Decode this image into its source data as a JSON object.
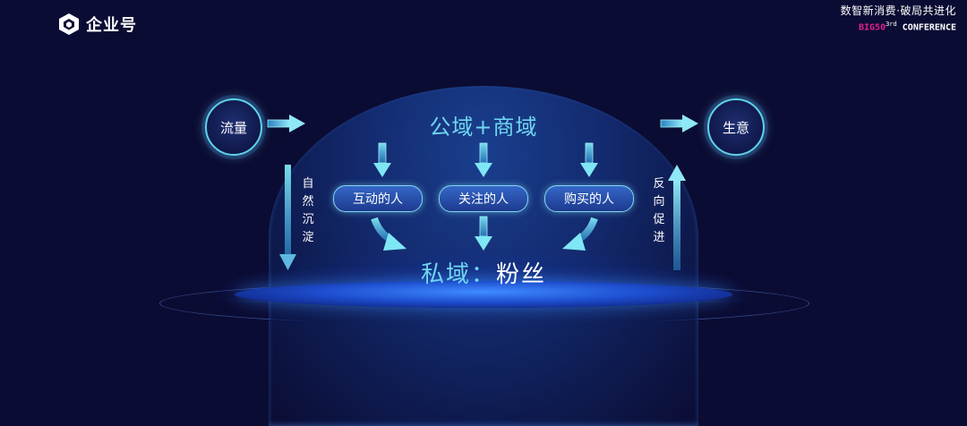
{
  "header": {
    "logo_text": "企业号",
    "brand_line1": "数智新消费·破局共进化",
    "brand_big": "BIG50",
    "brand_sup": "3rd",
    "brand_conf": "CONFERENCE"
  },
  "diagram": {
    "left_node": "流量",
    "right_node": "生意",
    "public_title": "公域+商域",
    "pills": [
      "互动的人",
      "关注的人",
      "购买的人"
    ],
    "private_key": "私域：",
    "private_value": "粉丝",
    "left_vertical": [
      "自",
      "然",
      "沉",
      "淀"
    ],
    "right_vertical": [
      "反",
      "向",
      "促",
      "进"
    ]
  },
  "colors": {
    "background": "#0b0c33",
    "accent_cyan": "#6fd6f0",
    "brand_magenta": "#e0208f",
    "pill_blue": "#3567c8"
  }
}
